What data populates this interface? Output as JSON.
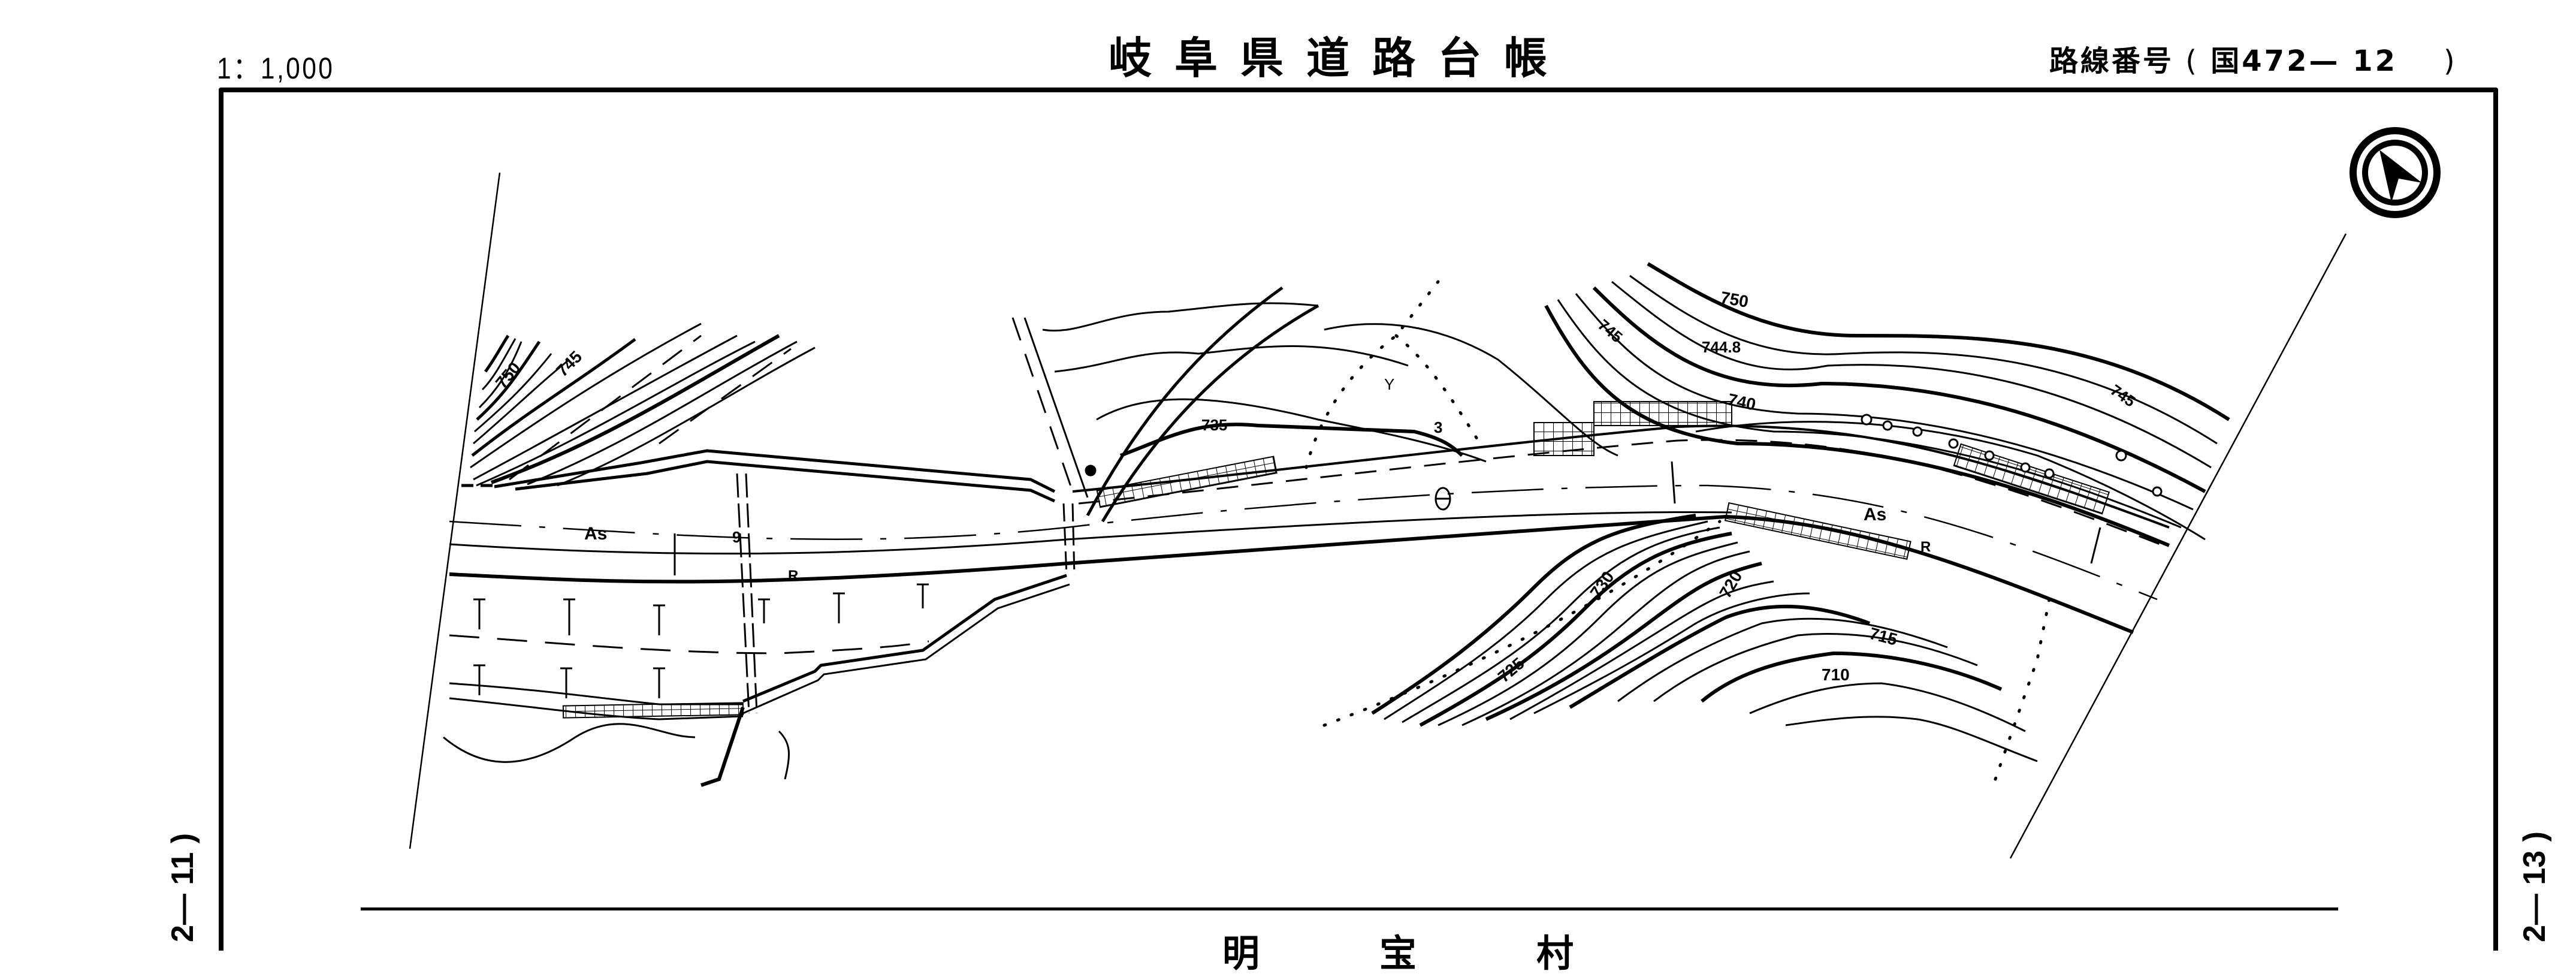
{
  "header": {
    "scale": "1：1,000",
    "title": "岐阜県道路台帳",
    "route_label": "路線番号",
    "route_prefix": "国",
    "route_number": "472— 12"
  },
  "side_labels": {
    "left_sheet": "2— 11 )",
    "right_sheet": "2— 13 )"
  },
  "footer": {
    "municipality": "明宝村"
  },
  "map": {
    "north_arrow": "north-arrow-icon",
    "pavement_labels": [
      "As",
      "As"
    ],
    "roadside_labels": [
      "R",
      "R"
    ],
    "point_labels": [
      "9",
      "3"
    ],
    "contour_labels": [
      "750",
      "745",
      "735",
      "745",
      "744.8",
      "750",
      "740",
      "745",
      "730",
      "725",
      "720",
      "715",
      "710"
    ],
    "vegetation_symbols": [
      "Y"
    ]
  },
  "colors": {
    "ink": "#000000",
    "paper": "#ffffff"
  }
}
